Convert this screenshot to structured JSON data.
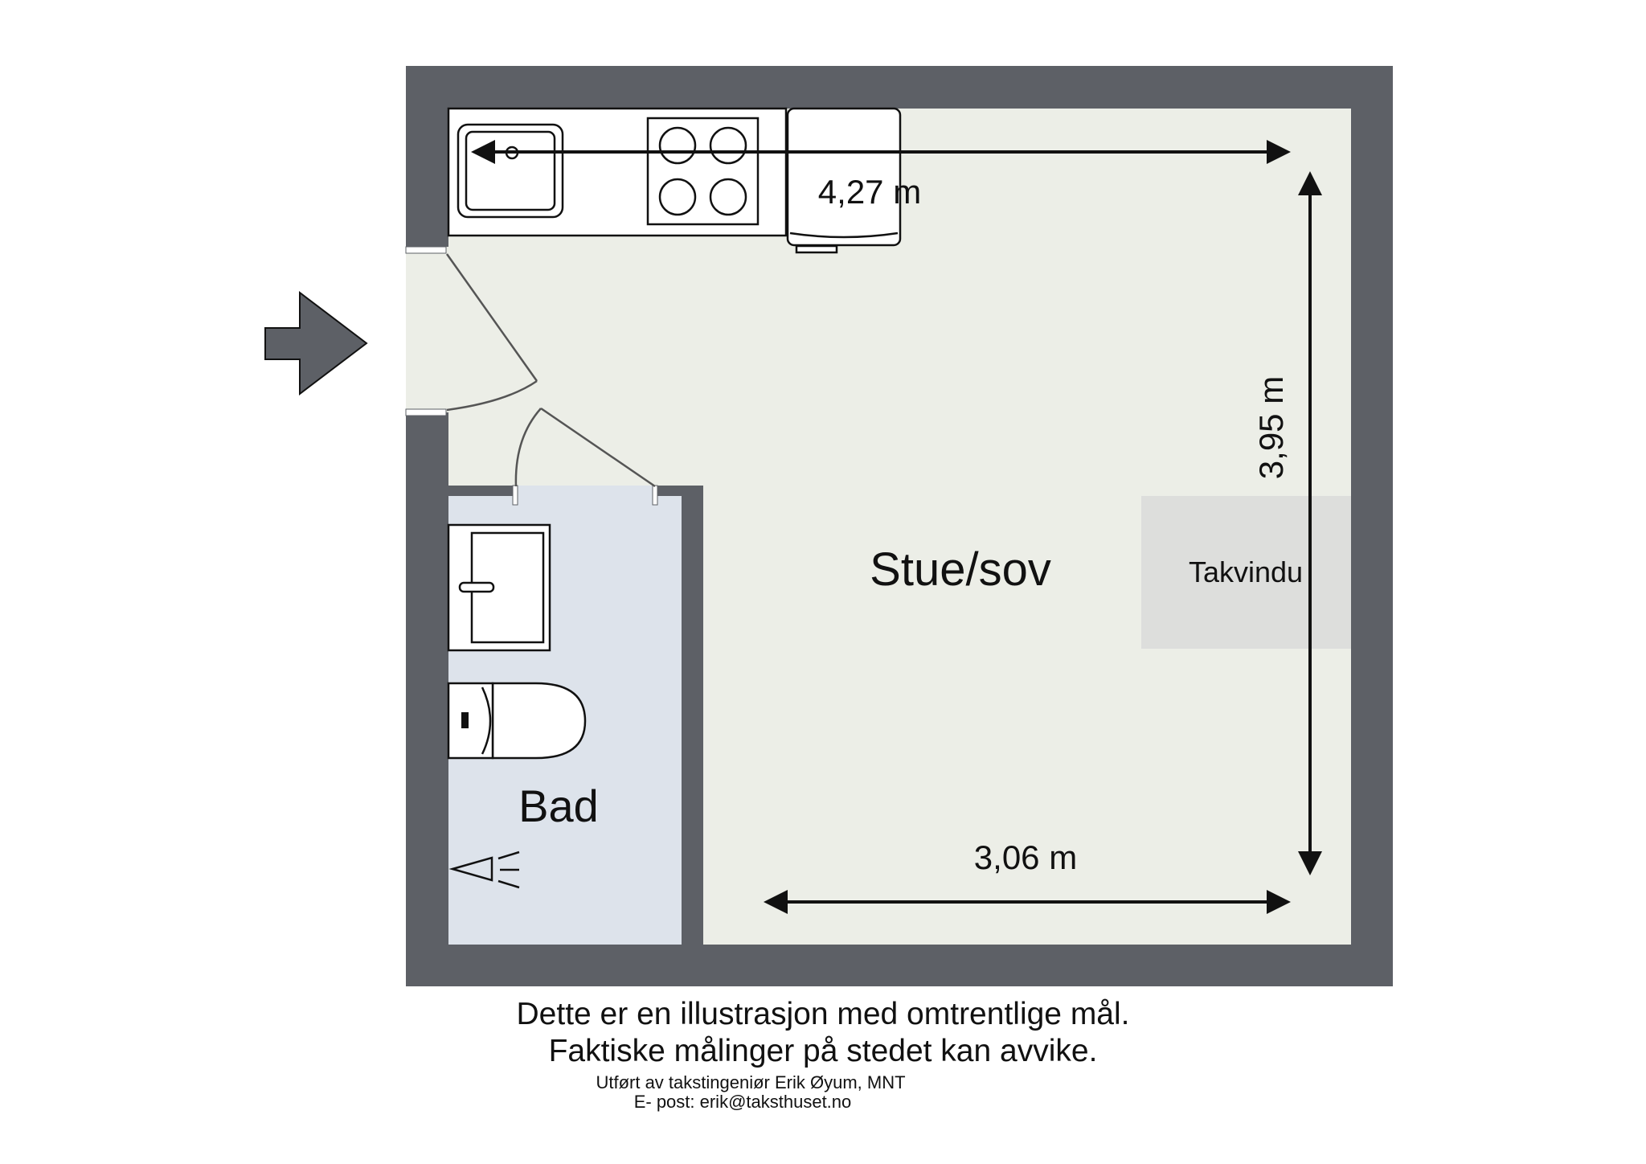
{
  "rooms": {
    "living": "Stue/sov",
    "bath": "Bad",
    "skylight": "Takvindu"
  },
  "dimensions": {
    "width_top": "4,27 m",
    "height_right": "3,95 m",
    "width_bottom": "3,06 m"
  },
  "disclaimer": {
    "line1": "Dette er en illustrasjon med omtrentlige mål.",
    "line2": "Faktiske målinger på stedet kan avvike."
  },
  "credits": {
    "author": "Utført av takstingeniør Erik Øyum, MNT",
    "email": "E- post: erik@taksthuset.no"
  },
  "colors": {
    "wall": "#5d6066",
    "floor_living": "#eceee7",
    "floor_bath": "#dde3eb",
    "skylight": "#dddedc",
    "fixture_line": "#111111"
  },
  "icons": {
    "entrance": "entrance-arrow-icon",
    "sink": "sink-icon",
    "stove": "stove-icon",
    "fridge": "fridge-icon",
    "washbasin": "washbasin-icon",
    "toilet": "toilet-icon",
    "shower": "shower-icon"
  }
}
